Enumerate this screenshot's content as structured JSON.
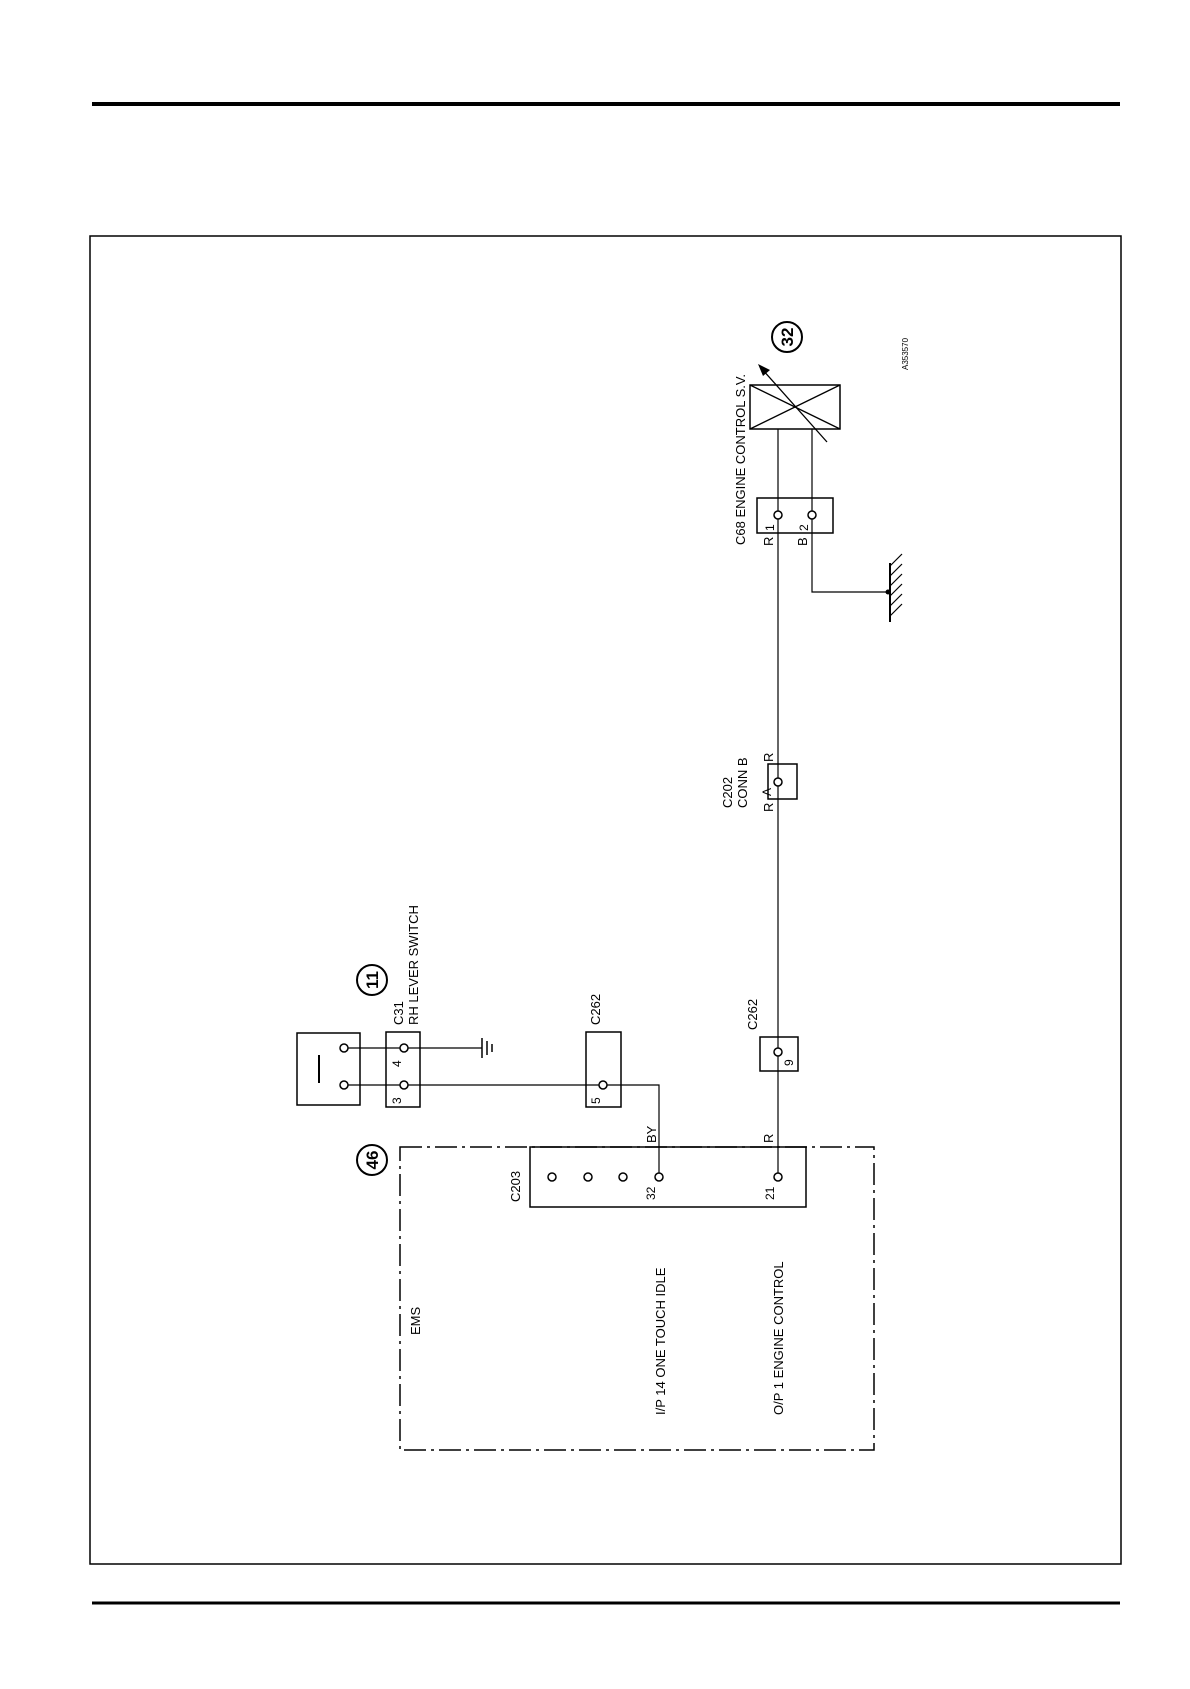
{
  "diagram": {
    "title": "",
    "figure_code": "A353570",
    "components": {
      "solenoid": {
        "badge": "32",
        "label": "C68 ENGINE CONTROL S.V.",
        "pin1": "1",
        "pin2": "2",
        "wire1": "R",
        "wire2": "B"
      },
      "conn_c202": {
        "name": "C202",
        "sub": "CONN B",
        "pin": "A",
        "wire_left": "R",
        "wire_right": "R"
      },
      "conn_c262_upper": {
        "name": "C262",
        "pin": "5"
      },
      "conn_c262_lower": {
        "name": "C262",
        "pin": "9"
      },
      "switch": {
        "badge": "11",
        "conn": "C31",
        "label": "RH LEVER SWITCH",
        "pin3": "3",
        "pin4": "4"
      },
      "ems": {
        "badge": "46",
        "title": "EMS",
        "conn": "C203",
        "pin32": "32",
        "pin21": "21",
        "wire_by": "BY",
        "wire_r": "R",
        "ip_label": "I/P 14 ONE TOUCH IDLE",
        "op_label": "O/P 1 ENGINE CONTROL"
      }
    }
  }
}
